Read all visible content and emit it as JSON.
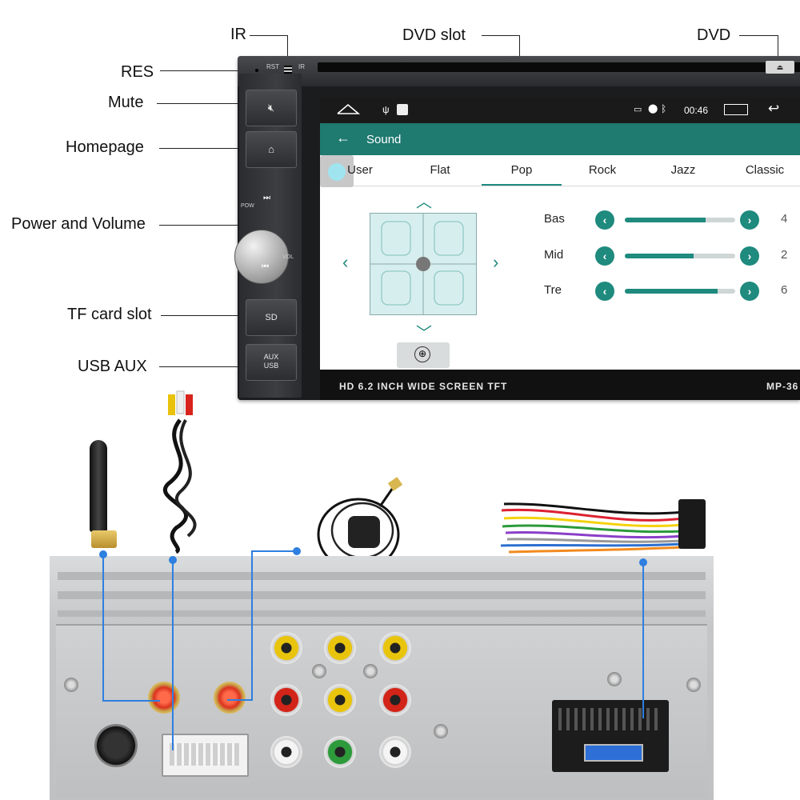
{
  "callouts": {
    "ir": "IR",
    "dvd_slot": "DVD slot",
    "dvd": "DVD",
    "res": "RES",
    "mute": "Mute",
    "homepage": "Homepage",
    "power_volume": "Power and Volume",
    "tf_card": "TF card slot",
    "usb_aux": "USB  AUX"
  },
  "unit": {
    "rst_label": "RST",
    "ir_label": "IR",
    "pow_label": "POW",
    "vol_label": "VOL",
    "sd_label": "SD",
    "aux_label": "AUX",
    "usb_label": "USB",
    "footer_text": "HD 6.2 INCH WIDE SCREEN TFT",
    "model_text": "MP-36"
  },
  "screen": {
    "time": "00:46",
    "title": "Sound",
    "tabs": [
      "User",
      "Flat",
      "Pop",
      "Rock",
      "Jazz",
      "Classic"
    ],
    "active_tab": "Pop",
    "eq": [
      {
        "label": "Bas",
        "value": "4",
        "level": 0.73
      },
      {
        "label": "Mid",
        "value": "2",
        "level": 0.62
      },
      {
        "label": "Tre",
        "value": "6",
        "level": 0.84
      }
    ]
  },
  "colors": {
    "accent": "#1f8a7e",
    "connector_line": "#2e7fe0"
  },
  "icons": [
    "home-icon",
    "usb-icon",
    "cast-icon",
    "location-icon",
    "bluetooth-icon",
    "recent-apps-icon",
    "back-icon",
    "mute-icon",
    "next-track-icon",
    "prev-track-icon",
    "chevron-up-icon",
    "chevron-down-icon",
    "chevron-left-icon",
    "chevron-right-icon",
    "reset-balance-icon"
  ]
}
